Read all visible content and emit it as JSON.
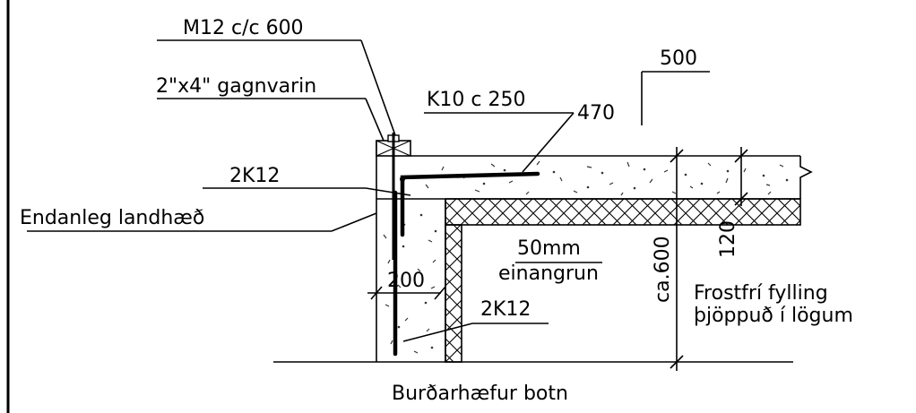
{
  "labels": {
    "bolt": "M12 c/c 600",
    "timber": "2\"x4\" gagnvarin",
    "slab_rebar": "K10 c 250",
    "dim_470": "470",
    "dim_500": "500",
    "edge_rebar_top": "2K12",
    "ground_level": "Endanleg landhæð",
    "insulation_thickness": "50mm",
    "insulation": "einangrun",
    "dim_200": "200",
    "edge_rebar_bottom": "2K12",
    "dim_ca600": "ca.600",
    "dim_120": "120",
    "fill_line1": "Frostfrí fylling",
    "fill_line2": "þjöppuð í lögum",
    "subgrade": "Burðarhæfur botn"
  }
}
